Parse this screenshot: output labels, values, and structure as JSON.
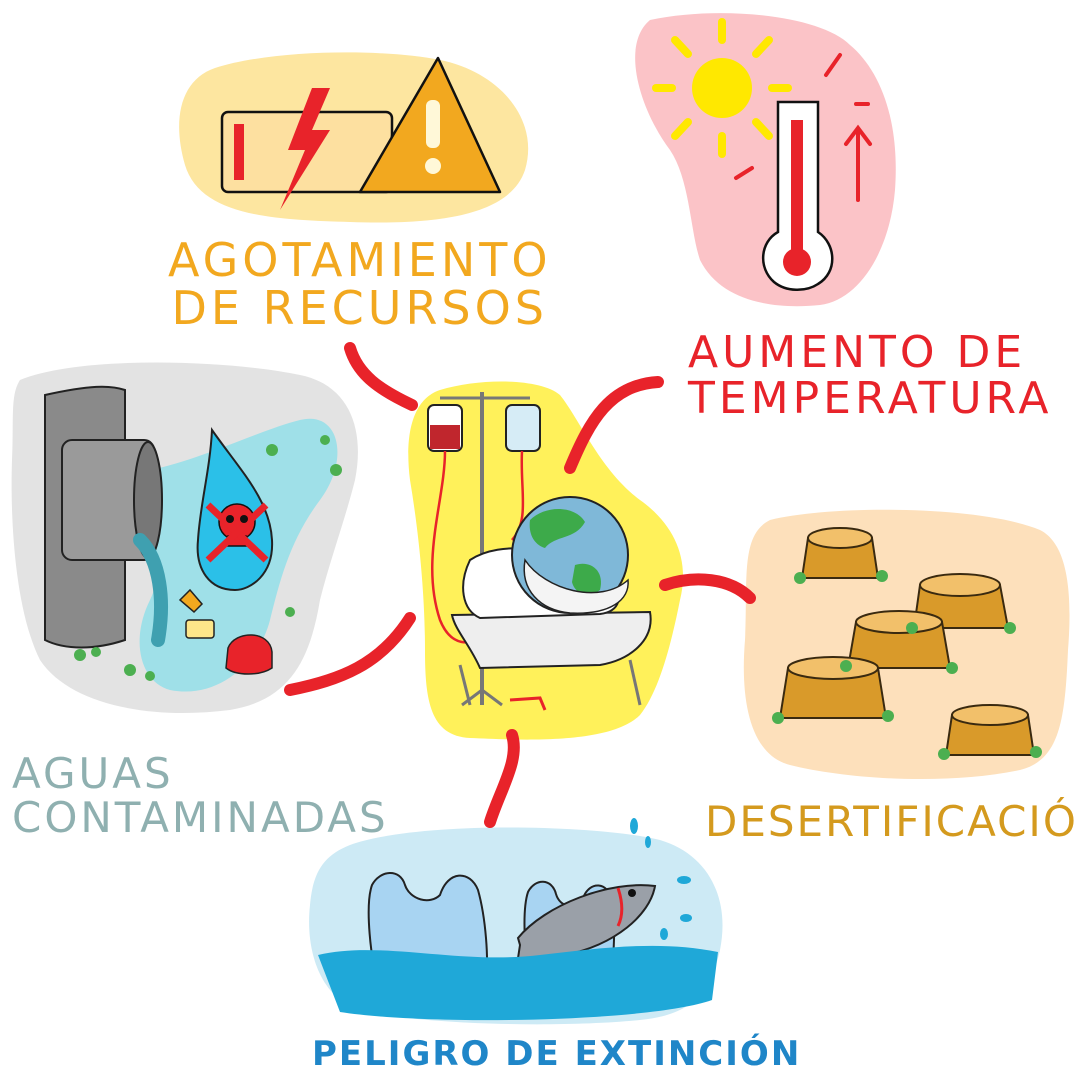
{
  "diagram": {
    "center": {
      "icon": "sick-earth-in-hospital-bed-icon"
    },
    "nodes": [
      {
        "id": "agotamiento",
        "lines": [
          "AGOTAMIENTO",
          "DE  RECURSOS"
        ],
        "color": "#f2a81f",
        "icon": "battery-low-warning-icon"
      },
      {
        "id": "aumento",
        "lines": [
          "AUMENTO DE",
          "TEMPERATURA"
        ],
        "color": "#e8232a",
        "icon": "sun-thermometer-icon"
      },
      {
        "id": "aguas",
        "lines": [
          "AGUAS",
          "CONTAMINADAS"
        ],
        "color": "#8fb0b0",
        "icon": "polluted-water-pipe-icon"
      },
      {
        "id": "desert",
        "lines": [
          "DESERTIFICACIÓN"
        ],
        "color": "#d49a1e",
        "icon": "tree-stumps-icon"
      },
      {
        "id": "peligro",
        "lines": [
          "PELIGRO DE EXTINCIÓN"
        ],
        "color": "#1f86c8",
        "icon": "fish-plastic-bags-icon"
      }
    ],
    "connector_color": "#e8232a"
  }
}
